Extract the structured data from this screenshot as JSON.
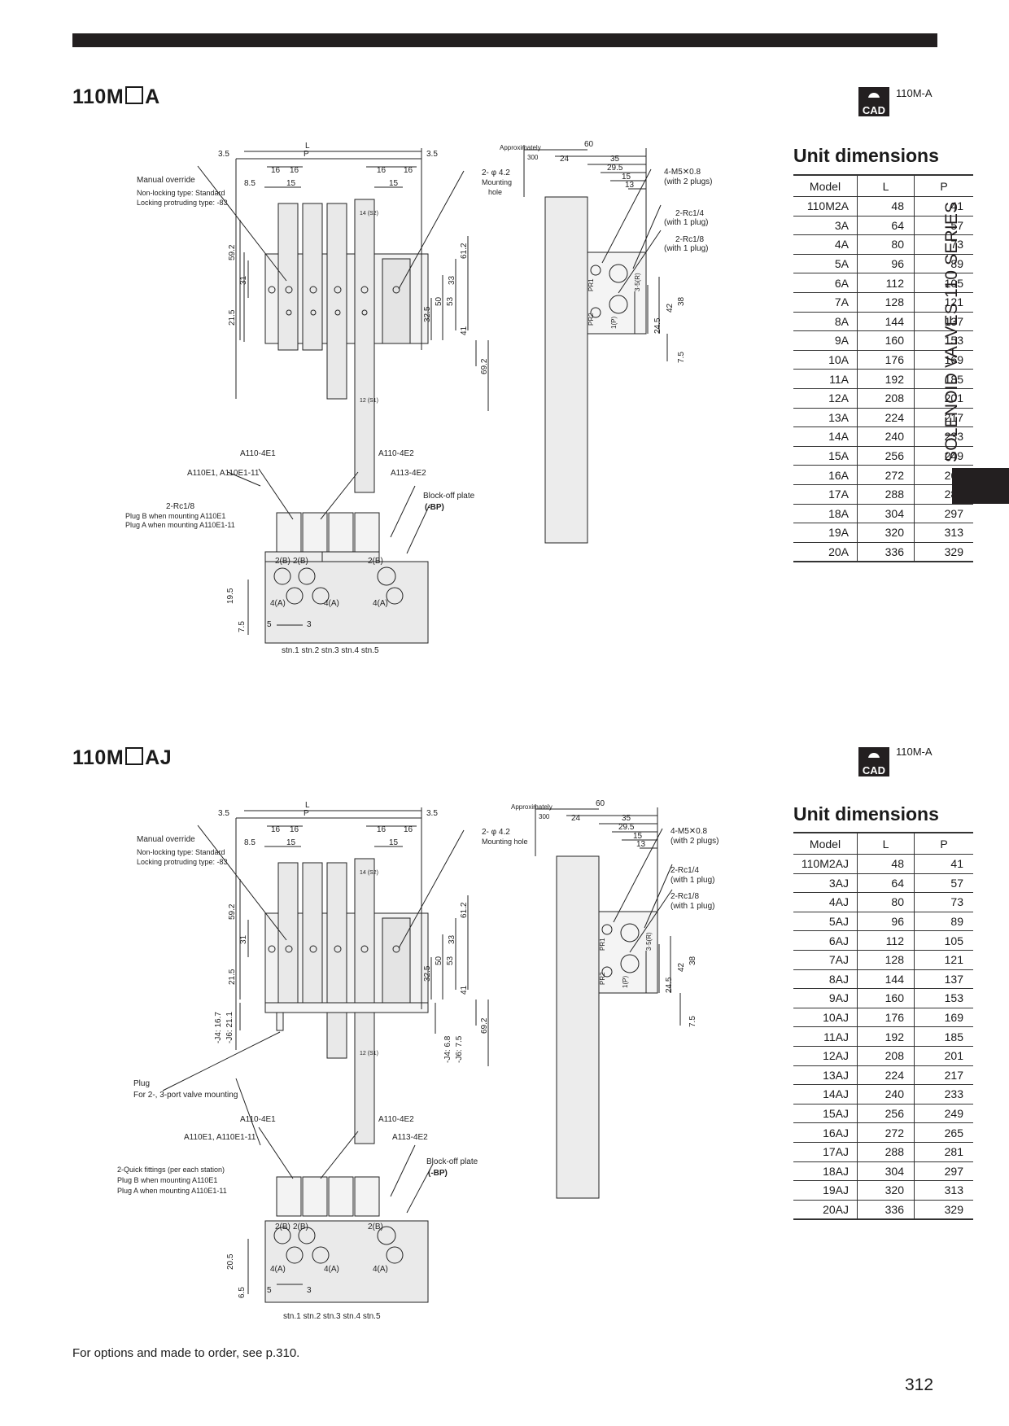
{
  "section1": {
    "title_prefix": "110M",
    "title_suffix": "A",
    "cad_ref": "110M-A",
    "unit_title": "Unit dimensions",
    "headers": [
      "Model",
      "L",
      "P"
    ],
    "rows": [
      [
        "110M2A",
        "48",
        "41"
      ],
      [
        "3A",
        "64",
        "57"
      ],
      [
        "4A",
        "80",
        "73"
      ],
      [
        "5A",
        "96",
        "89"
      ],
      [
        "6A",
        "112",
        "105"
      ],
      [
        "7A",
        "128",
        "121"
      ],
      [
        "8A",
        "144",
        "137"
      ],
      [
        "9A",
        "160",
        "153"
      ],
      [
        "10A",
        "176",
        "169"
      ],
      [
        "11A",
        "192",
        "185"
      ],
      [
        "12A",
        "208",
        "201"
      ],
      [
        "13A",
        "224",
        "217"
      ],
      [
        "14A",
        "240",
        "233"
      ],
      [
        "15A",
        "256",
        "249"
      ],
      [
        "16A",
        "272",
        "265"
      ],
      [
        "17A",
        "288",
        "281"
      ],
      [
        "18A",
        "304",
        "297"
      ],
      [
        "19A",
        "320",
        "313"
      ],
      [
        "20A",
        "336",
        "329"
      ]
    ],
    "drawing": {
      "manual_override": "Manual override",
      "non_locking": "Non-locking type: Standard",
      "locking": "Locking protruding type: -83",
      "approx": "Approximately",
      "approx_val": "300",
      "mounting_hole_a": "2- φ 4.2",
      "mounting_hole_b": "Mounting",
      "mounting_hole_c": "hole",
      "m5": "4-M5✕0.8",
      "m5_plugs": "(with 2 plugs)",
      "rc14": "2-Rc1/4",
      "rc14_plug": "(with 1 plug)",
      "rc18": "2-Rc1/8",
      "rc18_plug": "(with 1 plug)",
      "a110_4e1": "A110-4E1",
      "a110_4e2": "A110-4E2",
      "a110e1": "A110E1, A110E1-11",
      "a113_4e2": "A113-4E2",
      "rc18b": "2-Rc1/8",
      "plugb": "Plug B when mounting A110E1",
      "pluga": "Plug A when mounting A110E1-11",
      "blockoff": "Block-off plate",
      "bp": "(-BP)",
      "stations": "stn.1  stn.2  stn.3  stn.4  stn.5",
      "d_L": "L",
      "d_P": "P",
      "d_35": "3.5",
      "d_16": "16",
      "d_85": "8.5",
      "d_15": "15",
      "d_60": "60",
      "d_24": "24",
      "d_35b": "35",
      "d_295": "29.5",
      "d_13": "13",
      "d_592": "59.2",
      "d_31": "31",
      "d_215": "21.5",
      "d_612": "61.2",
      "d_33": "33",
      "d_50": "50",
      "d_53": "53",
      "d_325": "32.5",
      "d_41": "41",
      "d_692": "69.2",
      "d_245": "24.5",
      "d_42": "42",
      "d_38": "38",
      "d_75": "7.5",
      "d_195": "19.5",
      "d_5": "5",
      "d_3": "3",
      "port_2b": "2(B)",
      "port_4a": "4(A)",
      "pr1": "PR1",
      "pr2": "PR2",
      "p1": "1(P)",
      "r35": "3·5(R)",
      "s2": "14 (S2)",
      "s1": "12 (S1)"
    }
  },
  "section2": {
    "title_prefix": "110M",
    "title_suffix": "AJ",
    "cad_ref": "110M-A",
    "unit_title": "Unit dimensions",
    "headers": [
      "Model",
      "L",
      "P"
    ],
    "rows": [
      [
        "110M2AJ",
        "48",
        "41"
      ],
      [
        "3AJ",
        "64",
        "57"
      ],
      [
        "4AJ",
        "80",
        "73"
      ],
      [
        "5AJ",
        "96",
        "89"
      ],
      [
        "6AJ",
        "112",
        "105"
      ],
      [
        "7AJ",
        "128",
        "121"
      ],
      [
        "8AJ",
        "144",
        "137"
      ],
      [
        "9AJ",
        "160",
        "153"
      ],
      [
        "10AJ",
        "176",
        "169"
      ],
      [
        "11AJ",
        "192",
        "185"
      ],
      [
        "12AJ",
        "208",
        "201"
      ],
      [
        "13AJ",
        "224",
        "217"
      ],
      [
        "14AJ",
        "240",
        "233"
      ],
      [
        "15AJ",
        "256",
        "249"
      ],
      [
        "16AJ",
        "272",
        "265"
      ],
      [
        "17AJ",
        "288",
        "281"
      ],
      [
        "18AJ",
        "304",
        "297"
      ],
      [
        "19AJ",
        "320",
        "313"
      ],
      [
        "20AJ",
        "336",
        "329"
      ]
    ],
    "drawing": {
      "mounting_hole": "Mounting hole",
      "j4_167": "-J4: 16.7",
      "j6_211": "-J6: 21.1",
      "j4_68": "-J4: 6.8",
      "j6_75": "-J6: 7.5",
      "plug": "Plug",
      "plug_for": "For 2-, 3-port valve mounting",
      "quick": "2-Quick fittings (per each station)",
      "d_205": "20.5",
      "d_65": "6.5"
    }
  },
  "cad_label": "CAD",
  "side_label": "SOLENOID VALVES 110 SERIES",
  "footnote": "For options and made to order, see p.310.",
  "page_number": "312"
}
